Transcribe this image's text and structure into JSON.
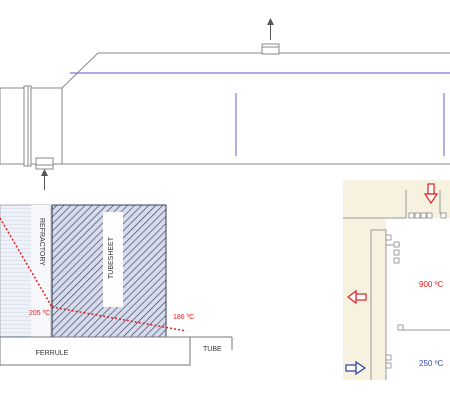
{
  "detail_labels": {
    "refractory": "REFRACTORY",
    "tubesheet": "TUBESHEET",
    "ferrule": "FERRULE",
    "tube": "TUBE",
    "temp_interface": "205 ºC",
    "temp_outer": "186 ºC"
  },
  "inset_labels": {
    "hot_temp": "900 ºC",
    "cold_temp": "250 ºC"
  },
  "colors": {
    "outline": "#888888",
    "interior_line": "#7b7bd6",
    "refractory_fill": "#eef2f8",
    "refractory_hatch": "#c5d2e6",
    "tubesheet_fill": "#d6dcec",
    "tubesheet_hatch": "#3a3f5c",
    "temperature_text": "#e02020",
    "temperature_line": "#e02020",
    "cold_text": "#3a4aa8",
    "inset_background": "#f7f2df",
    "hot_arrow": "#e02020",
    "cold_arrow": "#2a3aa8"
  }
}
